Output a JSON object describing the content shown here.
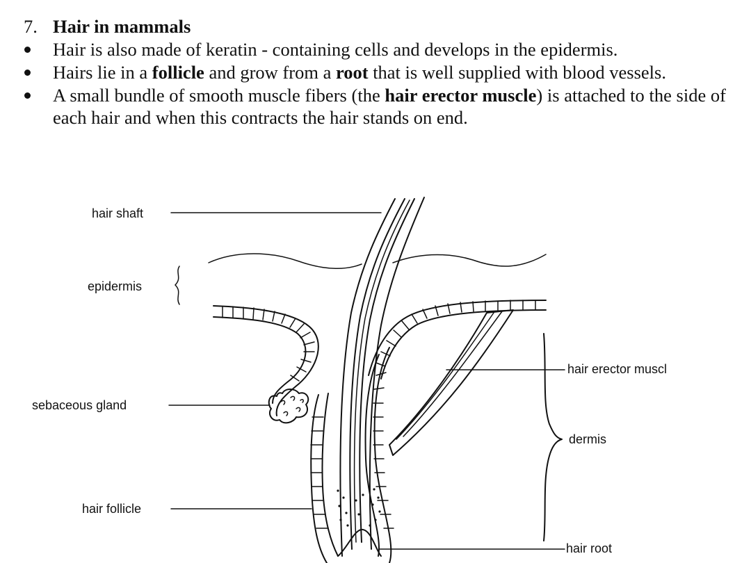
{
  "heading": {
    "number": "7.",
    "title": "Hair in mammals"
  },
  "bullets": [
    {
      "parts": [
        {
          "text": "Hair is also made of keratin - containing cells and develops in the epidermis.",
          "bold": false
        }
      ]
    },
    {
      "parts": [
        {
          "text": "Hairs lie in a ",
          "bold": false
        },
        {
          "text": "follicle",
          "bold": true
        },
        {
          "text": " and grow from a ",
          "bold": false
        },
        {
          "text": "root",
          "bold": true
        },
        {
          "text": " that is well supplied with blood vessels.",
          "bold": false
        }
      ]
    },
    {
      "parts": [
        {
          "text": " A small bundle of smooth muscle fibers (the ",
          "bold": false
        },
        {
          "text": "hair erector muscle",
          "bold": true
        },
        {
          "text": ") is attached to the side of each hair and when this contracts the hair stands on end.",
          "bold": false
        }
      ]
    }
  ],
  "diagram": {
    "labels": {
      "hair_shaft": "hair shaft",
      "epidermis": "epidermis",
      "sebaceous_gland": "sebaceous gland",
      "hair_follicle": "hair follicle",
      "hair_erector_muscle": "hair erector muscl",
      "dermis": "dermis",
      "hair_root": "hair root"
    }
  },
  "colors": {
    "ink": "#111111",
    "background": "#ffffff"
  }
}
